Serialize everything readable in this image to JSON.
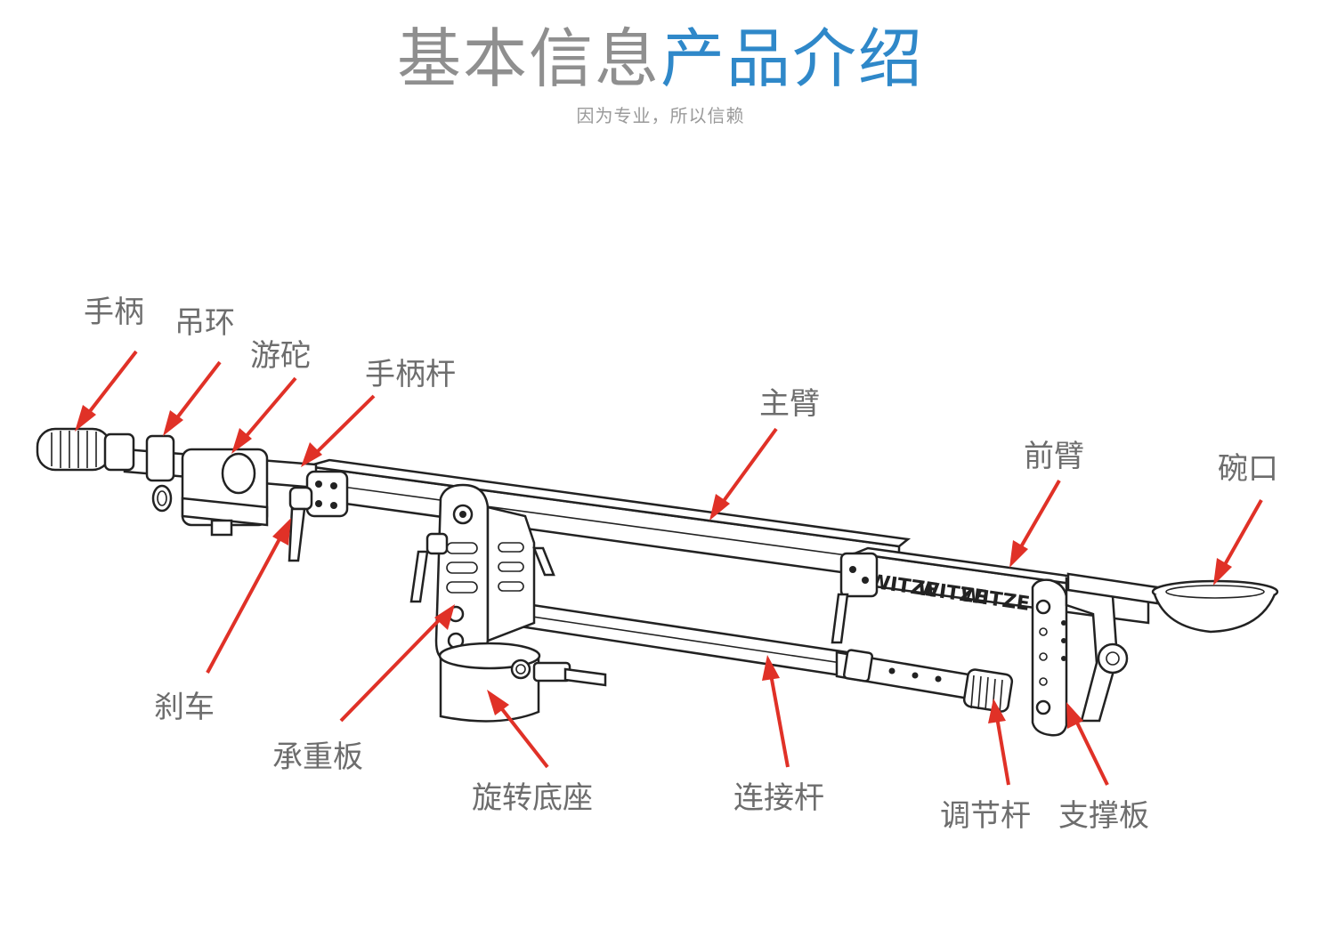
{
  "header": {
    "title_gray": "基本信息",
    "title_blue": "产品介绍",
    "subtitle": "因为专业，所以信赖"
  },
  "labels": {
    "handle": "手柄",
    "hanging_ring": "吊环",
    "swivel": "游砣",
    "handle_rod": "手柄杆",
    "main_arm": "主臂",
    "front_arm": "前臂",
    "bowl_mount": "碗口",
    "brake": "刹车",
    "load_plate": "承重板",
    "rotating_base": "旋转底座",
    "connecting_rod": "连接杆",
    "adjusting_rod": "调节杆",
    "support_plate": "支撑板"
  },
  "brand_marks": [
    "WITZE",
    "WITZE",
    "WITZE"
  ],
  "colors": {
    "title_gray": "#8f8f8f",
    "title_blue": "#2f88c9",
    "arrow": "#e03127",
    "label": "#6d6d6d",
    "line": "#222222"
  }
}
